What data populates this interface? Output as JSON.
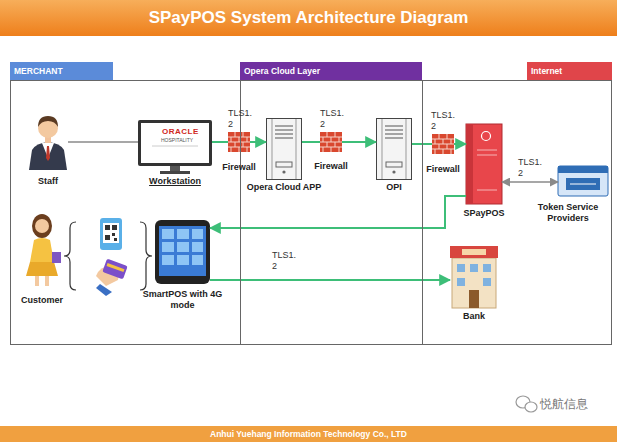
{
  "diagram": {
    "title": "SPayPOS System Architecture Diagram",
    "caption": "Anhui Yuehang Information Technology Co., LTD",
    "nodes": [
      {
        "text": [
          "MERCHANT"
        ]
      },
      {
        "text": [
          "Opera Cloud Layer"
        ]
      },
      {
        "text": [
          "Internet"
        ]
      },
      {
        "text": [
          "Staff"
        ],
        "in": 0
      },
      {
        "text": [
          "Workstation"
        ],
        "in": 0
      },
      {
        "text": [
          "Firewall"
        ],
        "in": 1
      },
      {
        "text": [
          "Opera Cloud APP"
        ],
        "in": 1
      },
      {
        "text": [
          "Firewall"
        ],
        "in": 1
      },
      {
        "text": [
          "OPI"
        ],
        "in": 1
      },
      {
        "text": [
          "Firewall"
        ],
        "in": 2
      },
      {
        "text": [
          "SPayPOS"
        ],
        "in": 2
      },
      {
        "text": [
          "Token Service Providers"
        ],
        "in": 2
      },
      {
        "text": [
          "Customer"
        ],
        "in": 0
      },
      {
        "text": [
          "SmartPOS with 4G mode"
        ],
        "in": 0
      },
      {
        "text": [
          "Bank"
        ],
        "in": 2
      }
    ],
    "edges": [
      {
        "from": 3,
        "to": 4,
        "arrow": "none"
      },
      {
        "from": 4,
        "to": 5,
        "arrow": "none",
        "label": "TLS1. 2"
      },
      {
        "from": 5,
        "to": 6,
        "arrow": "to"
      },
      {
        "from": 6,
        "to": 7,
        "arrow": "none",
        "label": "TLS1. 2"
      },
      {
        "from": 7,
        "to": 8,
        "arrow": "to"
      },
      {
        "from": 8,
        "to": 9,
        "arrow": "none",
        "label": "TLS1. 2"
      },
      {
        "from": 9,
        "to": 10,
        "arrow": "to"
      },
      {
        "from": 10,
        "to": 11,
        "arrow": "both",
        "label": "TLS1. 2"
      },
      {
        "from": 10,
        "to": 13,
        "arrow": "to"
      },
      {
        "from": 13,
        "to": 14,
        "arrow": "to",
        "label": "TLS1. 2"
      }
    ],
    "labels": [
      "ORACLE",
      "HOSPITALITY",
      "悦航信息"
    ]
  }
}
